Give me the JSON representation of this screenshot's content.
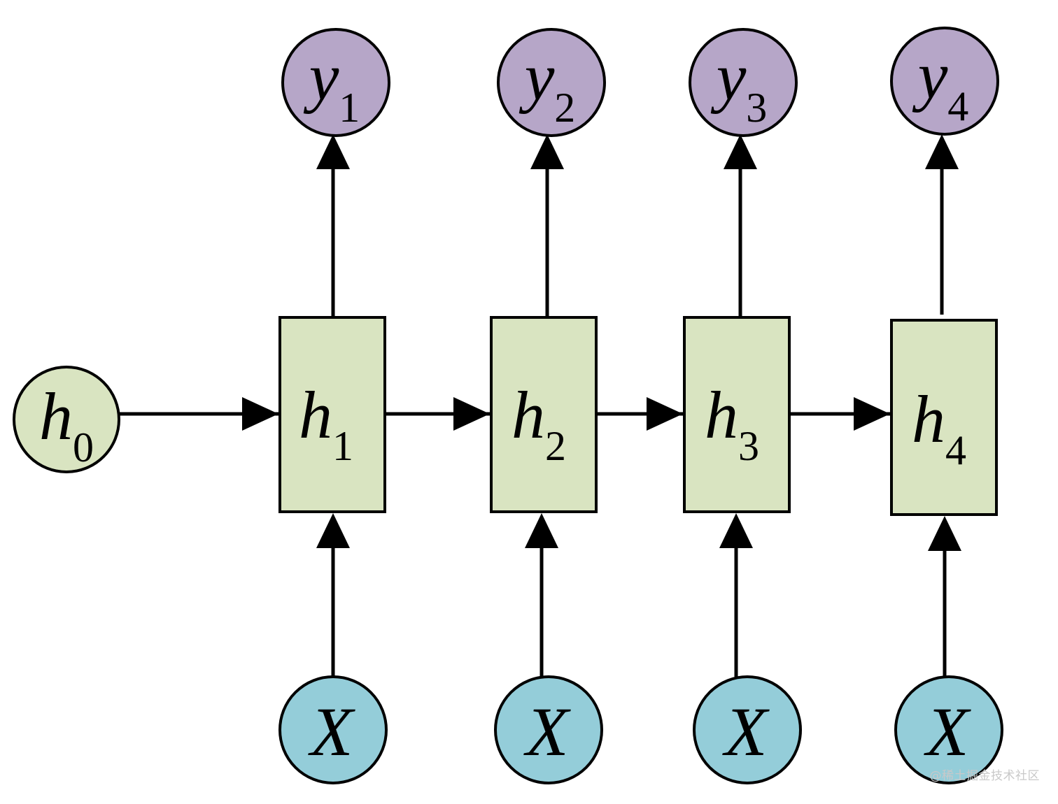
{
  "colors": {
    "hidden_fill": "#d9e4c1",
    "output_fill": "#b6a6c8",
    "input_fill": "#94cdd9",
    "stroke": "#000000"
  },
  "initial_state": {
    "main": "h",
    "sub": "0"
  },
  "steps": [
    {
      "hidden": {
        "main": "h",
        "sub": "1"
      },
      "output": {
        "main": "y",
        "sub": "1"
      },
      "input": {
        "main": "X"
      }
    },
    {
      "hidden": {
        "main": "h",
        "sub": "2"
      },
      "output": {
        "main": "y",
        "sub": "2"
      },
      "input": {
        "main": "X"
      }
    },
    {
      "hidden": {
        "main": "h",
        "sub": "3"
      },
      "output": {
        "main": "y",
        "sub": "3"
      },
      "input": {
        "main": "X"
      }
    },
    {
      "hidden": {
        "main": "h",
        "sub": "4"
      },
      "output": {
        "main": "y",
        "sub": "4"
      },
      "input": {
        "main": "X"
      }
    }
  ],
  "watermark": "@稀土掘金技术社区"
}
